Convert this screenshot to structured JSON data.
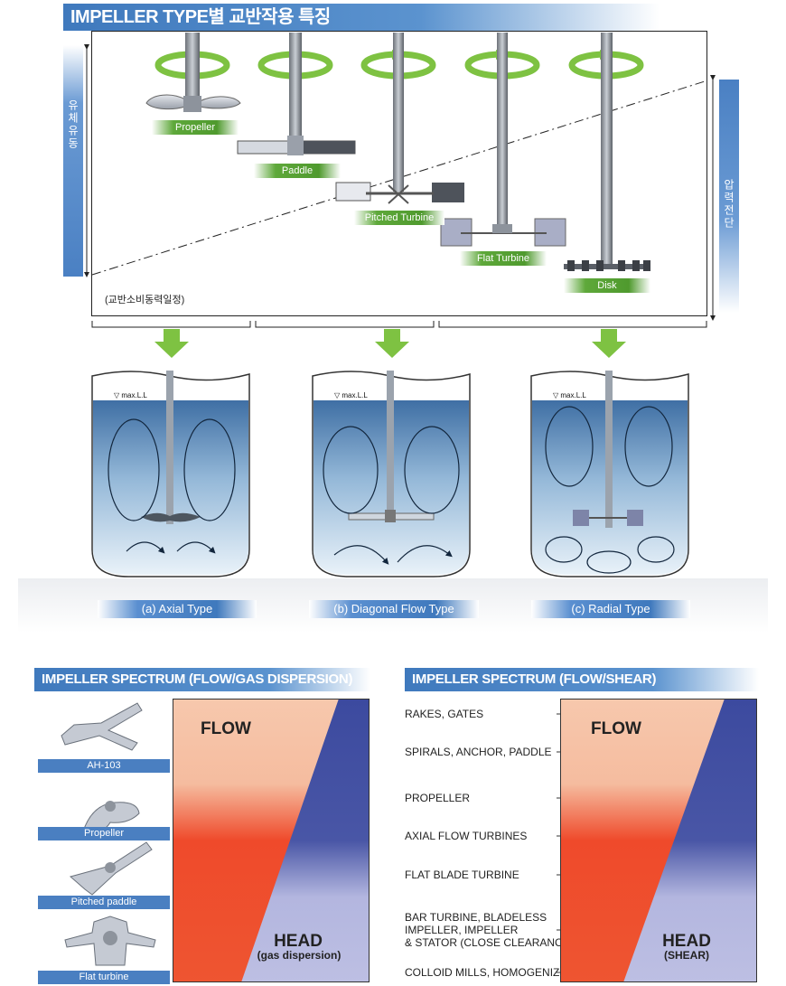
{
  "title": "IMPELLER TYPE별 교반작용 특징",
  "left_axis_label": "유체유동",
  "right_axis_label": "압력전단",
  "power_note": "(교반소비동력일정)",
  "impellers_top": [
    "Propeller",
    "Paddle",
    "Pitched Turbine",
    "Flat Turbine",
    "Disk"
  ],
  "tank_level_label": "max.L.L",
  "tank_types": [
    "(a) Axial Type",
    "(b) Diagonal Flow Type",
    "(c) Radial Type"
  ],
  "spectrum_gas": {
    "title": "IMPELLER SPECTRUM (FLOW/GAS DISPERSION)",
    "impellers": [
      "AH-103",
      "Propeller",
      "Pitched paddle",
      "Flat turbine"
    ],
    "flow": "FLOW",
    "head": "HEAD",
    "head_sub": "(gas dispersion)"
  },
  "spectrum_shear": {
    "title": "IMPELLER SPECTRUM (FLOW/SHEAR)",
    "items": [
      "RAKES, GATES",
      "SPIRALS, ANCHOR, PADDLE",
      "PROPELLER",
      "AXIAL FLOW TURBINES",
      "FLAT BLADE TURBINE",
      "BAR TURBINE, BLADELESS",
      "IMPELLER, IMPELLER",
      "& STATOR (CLOSE CLEARANCE)",
      "COLLOID MILLS, HOMOGENIZER"
    ],
    "flow": "FLOW",
    "head": "HEAD",
    "head_sub": "(SHEAR)"
  },
  "colors": {
    "accent_blue": "#3f79bd",
    "accent_green": "#4f9a2e",
    "flow": "#f5c4a8",
    "flow_hot": "#ef4a2b",
    "head": "#3f4fa0",
    "head_light": "#b6b9e0"
  }
}
